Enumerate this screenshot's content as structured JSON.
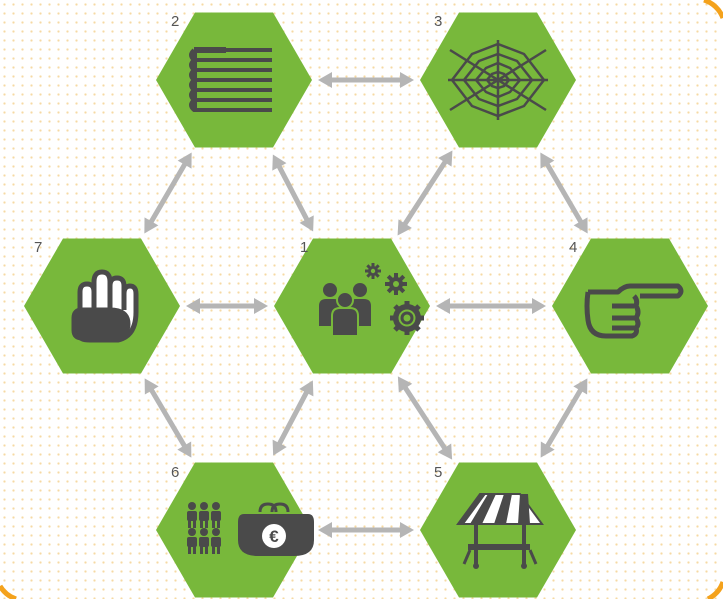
{
  "colors": {
    "hexagon": "#78b83b",
    "icon": "#4a4a4a",
    "arrow": "#b5b5b5",
    "number": "#555555",
    "corner_accent": "#f4a21c",
    "background_dots": "#f6d9a3"
  },
  "nodes": [
    {
      "id": "1",
      "number": "1",
      "icon": "people-with-gears-icon"
    },
    {
      "id": "2",
      "number": "2",
      "icon": "stack-of-books-icon"
    },
    {
      "id": "3",
      "number": "3",
      "icon": "spider-web-icon"
    },
    {
      "id": "4",
      "number": "4",
      "icon": "pointing-hand-icon"
    },
    {
      "id": "5",
      "number": "5",
      "icon": "market-stall-icon"
    },
    {
      "id": "6",
      "number": "6",
      "icon": "people-and-euro-purse-icon",
      "purse_symbol": "€"
    },
    {
      "id": "7",
      "number": "7",
      "icon": "raised-hand-icon"
    }
  ],
  "connections": [
    {
      "from": "2",
      "to": "3"
    },
    {
      "from": "2",
      "to": "7"
    },
    {
      "from": "2",
      "to": "1"
    },
    {
      "from": "3",
      "to": "1"
    },
    {
      "from": "3",
      "to": "4"
    },
    {
      "from": "7",
      "to": "1"
    },
    {
      "from": "1",
      "to": "4"
    },
    {
      "from": "7",
      "to": "6"
    },
    {
      "from": "1",
      "to": "6"
    },
    {
      "from": "1",
      "to": "5"
    },
    {
      "from": "4",
      "to": "5"
    },
    {
      "from": "6",
      "to": "5"
    }
  ]
}
